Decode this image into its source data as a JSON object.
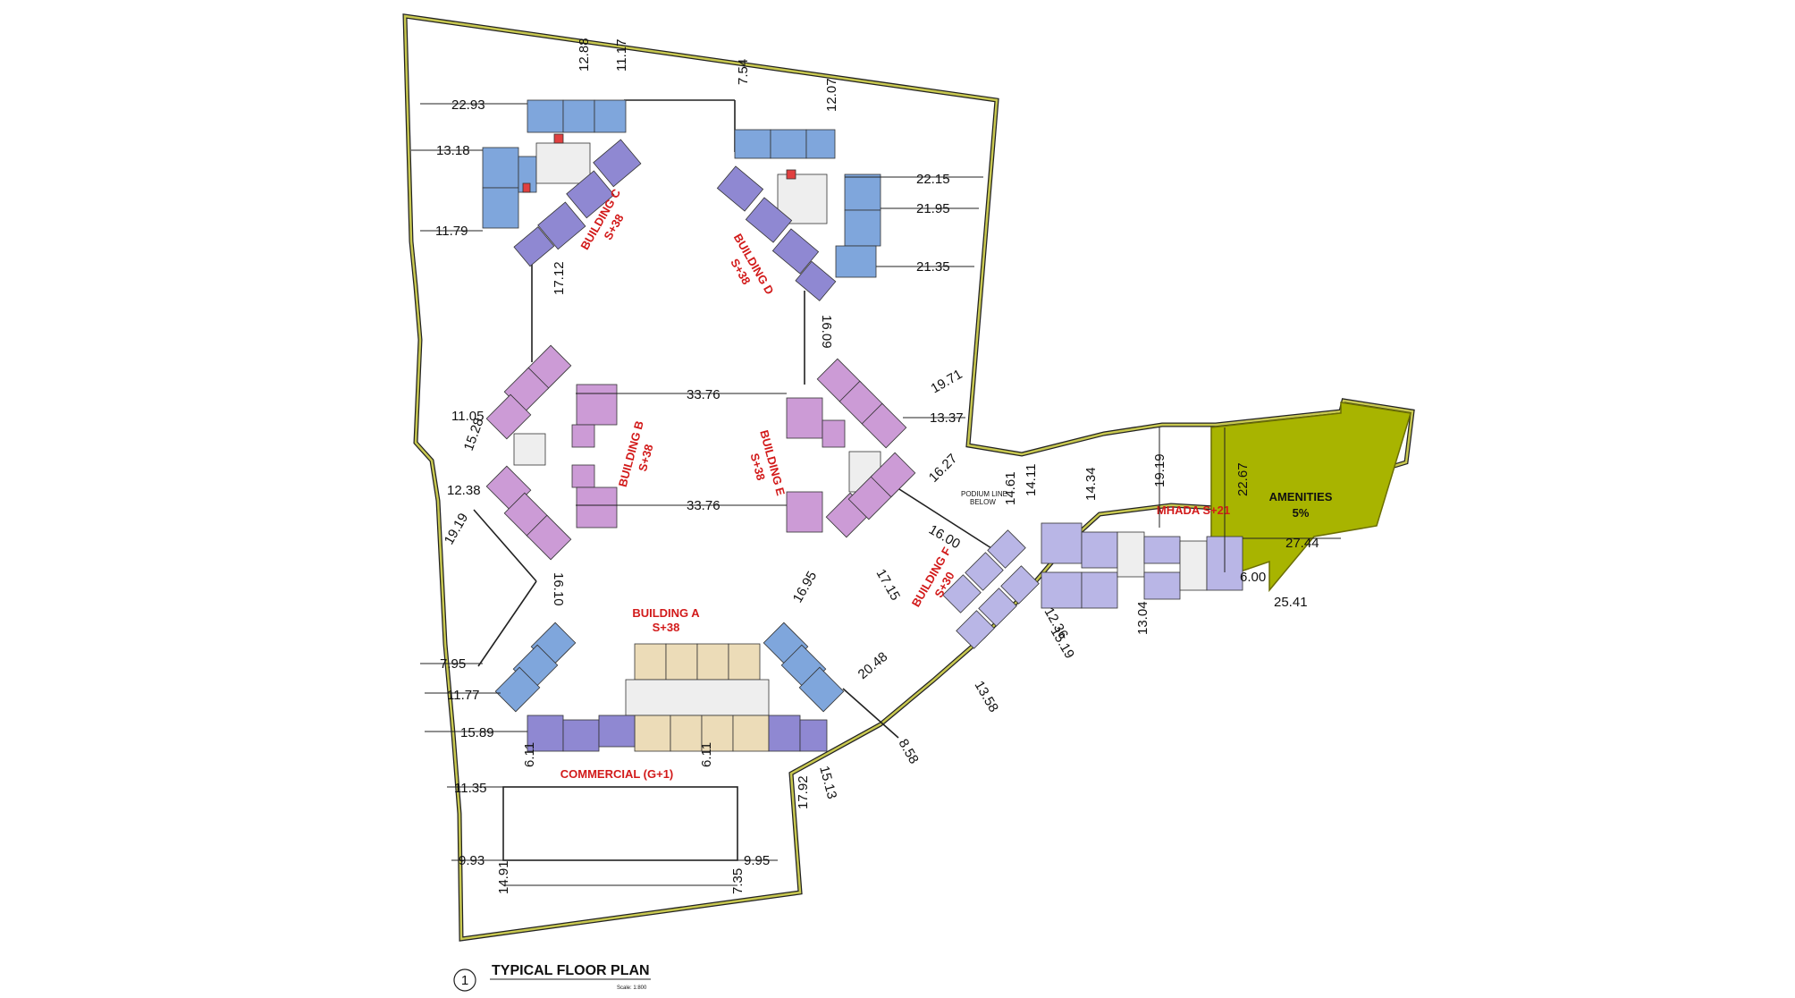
{
  "plan": {
    "title": "TYPICAL FLOOR PLAN",
    "scale": "Scale: 1:800",
    "number": "1",
    "podium_note": [
      "PODIUM LINE",
      "BELOW"
    ],
    "amenities": {
      "label": "AMENITIES",
      "percent": "5%"
    }
  },
  "buildings": {
    "a": [
      "BUILDING A",
      "S+38"
    ],
    "b": [
      "BUILDING B",
      "S+38"
    ],
    "c": [
      "BUILDING C",
      "S+38"
    ],
    "d": [
      "BUILDING D",
      "S+38"
    ],
    "e": [
      "BUILDING E",
      "S+38"
    ],
    "f": [
      "BUILDING F",
      "S+30"
    ],
    "mhada": "MHADA S+21",
    "commercial": "COMMERCIAL (G+1)"
  },
  "colors": {
    "boundary": "#c8c850",
    "amenities": "#a8b400",
    "blue_units": "#7fa6dc",
    "purple_units": "#8f88d2",
    "pink_units": "#cc9bd6",
    "beige_units": "#ecdcb8",
    "lavender_units": "#b9b6e6",
    "labels": "#d21a1a"
  },
  "dimensions": [
    "22.93",
    "12.88",
    "11.17",
    "7.54",
    "12.07",
    "13.18",
    "11.79",
    "22.15",
    "21.95",
    "21.35",
    "17.12",
    "16.09",
    "11.05",
    "15.28",
    "33.76",
    "33.76",
    "19.71",
    "13.37",
    "12.38",
    "19.19",
    "16.27",
    "14.61",
    "14.11",
    "14.34",
    "19.19",
    "22.67",
    "16.00",
    "27.44",
    "6.00",
    "25.41",
    "16.10",
    "16.95",
    "17.15",
    "12.36",
    "13.04",
    "15.19",
    "20.48",
    "13.58",
    "8.58",
    "7.95",
    "11.77",
    "15.89",
    "6.11",
    "6.11",
    "11.35",
    "17.92",
    "15.13",
    "9.93",
    "9.95",
    "14.91",
    "7.35"
  ]
}
